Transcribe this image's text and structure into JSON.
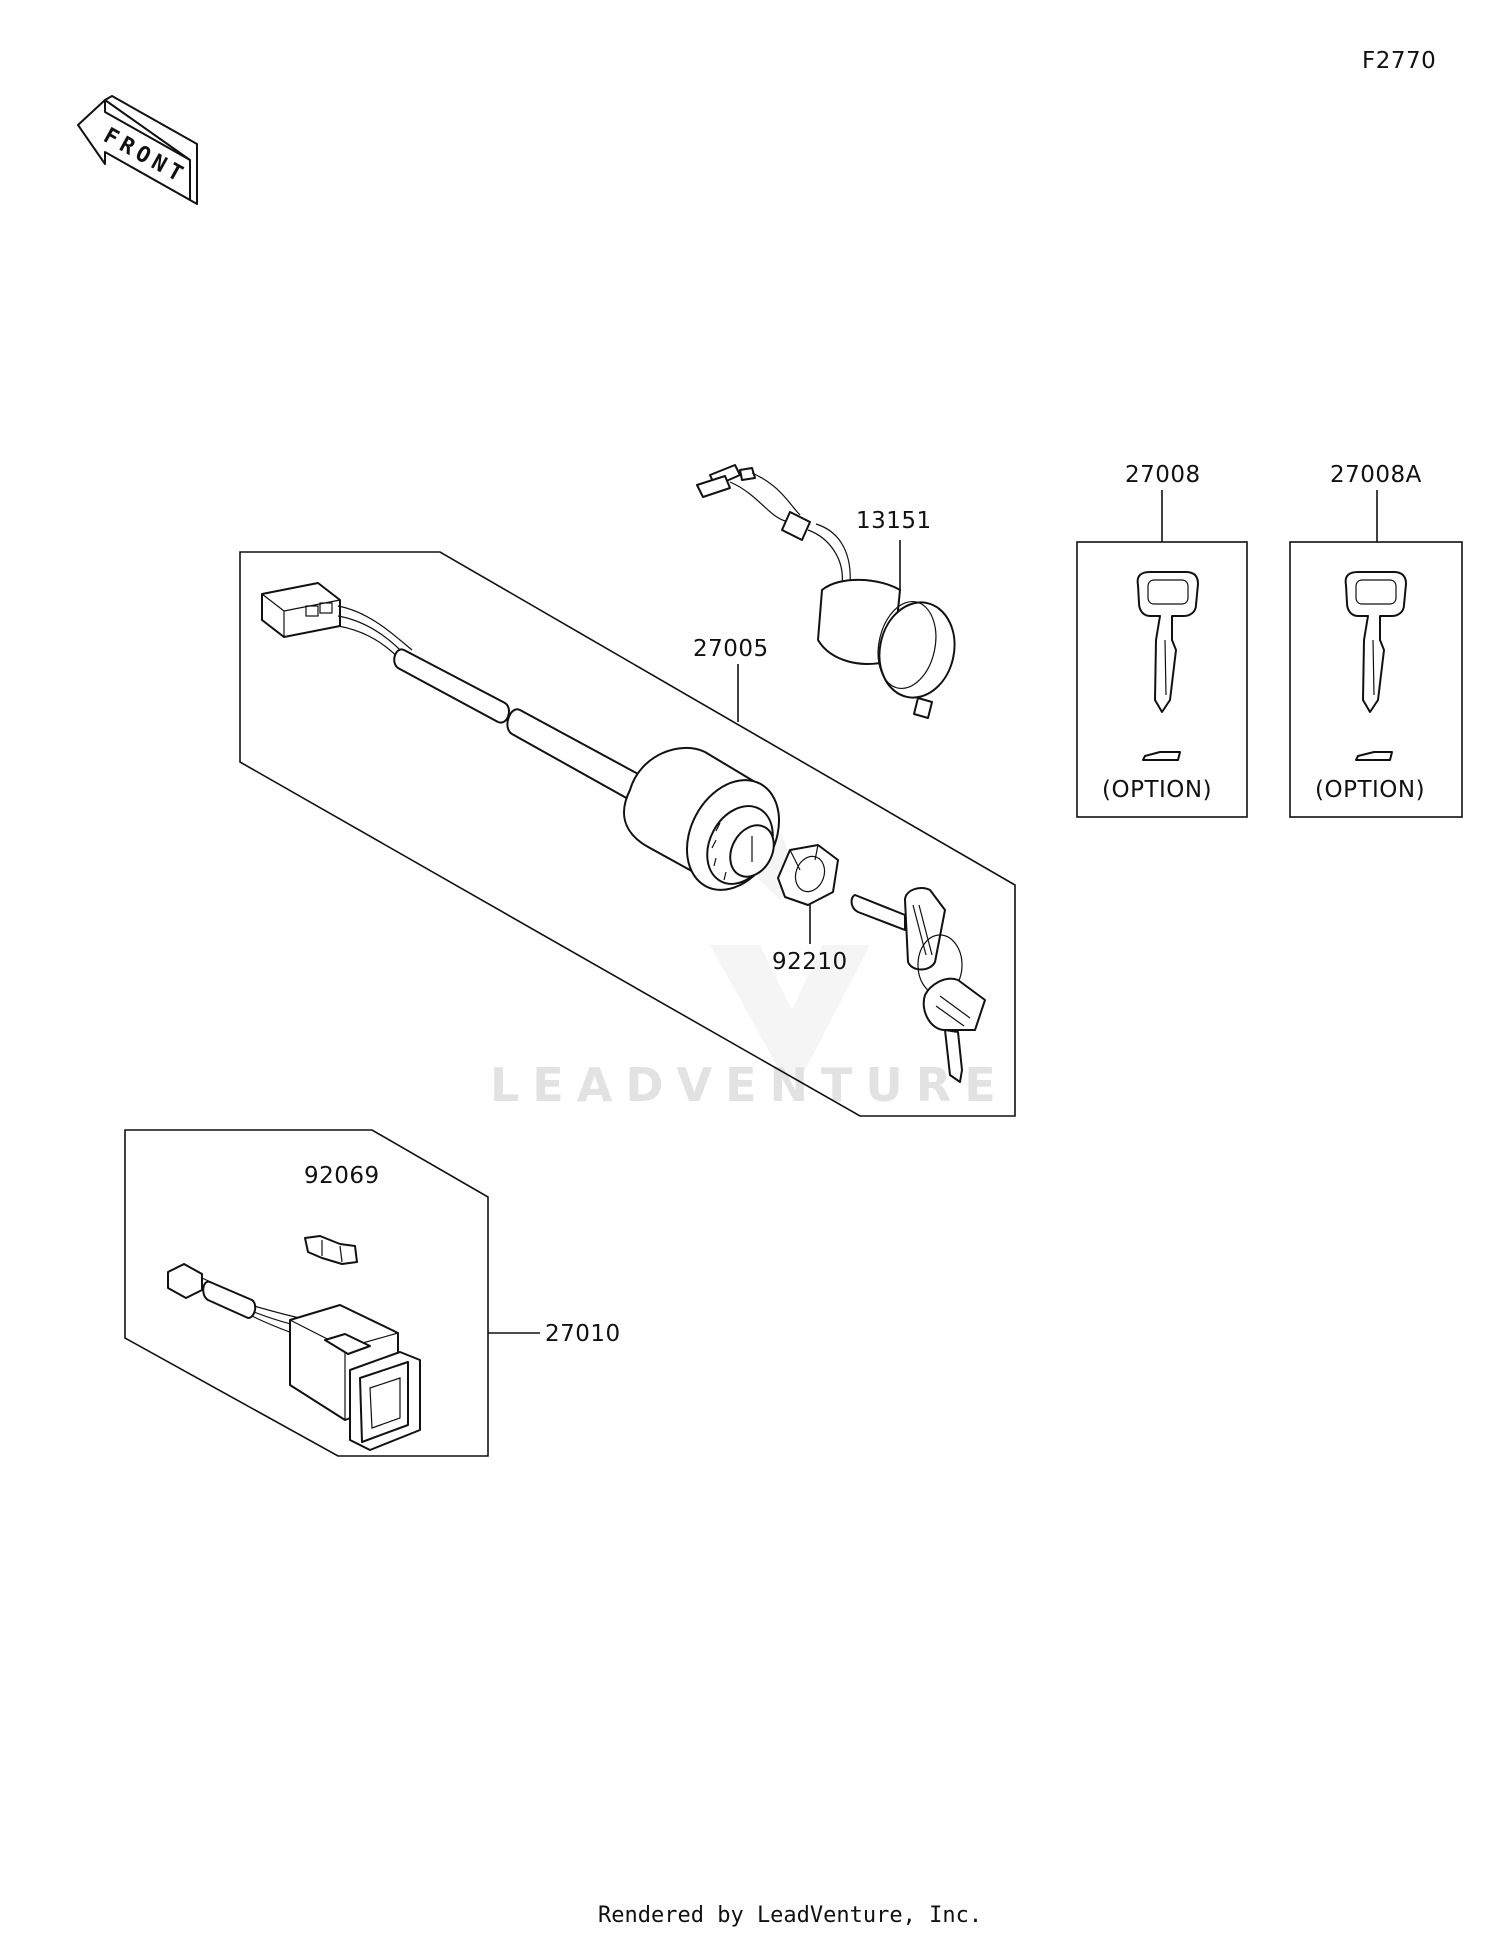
{
  "figure_code": "F2770",
  "front_arrow": {
    "label": "FRONT",
    "icon": "front-direction-arrow-icon"
  },
  "parts": [
    {
      "number": "13151"
    },
    {
      "number": "27005"
    },
    {
      "number": "92210"
    },
    {
      "number": "27008",
      "note": "(OPTION)"
    },
    {
      "number": "27008A",
      "note": "(OPTION)"
    },
    {
      "number": "92069"
    },
    {
      "number": "27010"
    }
  ],
  "watermark": "LEADVENTURE",
  "footer": "Rendered by LeadVenture, Inc."
}
